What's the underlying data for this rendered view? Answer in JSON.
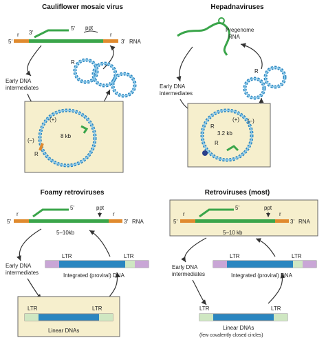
{
  "colors": {
    "rna_green": "#3aa54a",
    "orange": "#e08a2e",
    "dna_blue": "#2a86c0",
    "box_fill": "#f6efcd",
    "ltr_purple": "#c9a6d6",
    "ltr_green": "#cfe7c2"
  },
  "panels": [
    {
      "title": "Cauliflower mosaic virus",
      "rna_5": "5'",
      "rna_3": "3'",
      "rna_label": "RNA",
      "r_left": "r",
      "r_right": "r",
      "primer_3": "3'",
      "primer_5": "5'",
      "ppt": "ppt",
      "intermediates": [
        "Early DNA",
        "intermediates"
      ],
      "size": "8 kb",
      "plus": "(+)",
      "minus": "(–)",
      "r1": "R",
      "r2": "R"
    },
    {
      "title": "Hepadnaviruses",
      "pregenome": [
        "Pregenome",
        "RNA"
      ],
      "intermediates": [
        "Early DNA",
        "intermediates"
      ],
      "size": "3.2 kb",
      "plus": "(+)",
      "minus": "(–)",
      "r1": "R",
      "r2": "R",
      "r3": "R"
    },
    {
      "title": "Foamy retroviruses",
      "rna_5": "5'",
      "rna_3": "3'",
      "rna_label": "RNA",
      "r_left": "r",
      "r_right": "r",
      "primer_5": "5'",
      "ppt": "ppt",
      "range": "5–10kb",
      "intermediates": [
        "Early DNA",
        "intermediates"
      ],
      "ltr": "LTR",
      "integrated": "Integrated (proviral) DNA",
      "linear": "Linear DNAs"
    },
    {
      "title": "Retroviruses (most)",
      "rna_5": "5'",
      "rna_3": "3'",
      "rna_label": "RNA",
      "r_left": "r",
      "r_right": "r",
      "primer_5": "5'",
      "ppt": "ppt",
      "range": "5–10 kb",
      "intermediates": [
        "Early DNA",
        "intermediates"
      ],
      "ltr": "LTR",
      "integrated": "Integrated (proviral) DNA",
      "linear": [
        "Linear DNAs",
        "(few covalently closed circles)"
      ]
    }
  ]
}
